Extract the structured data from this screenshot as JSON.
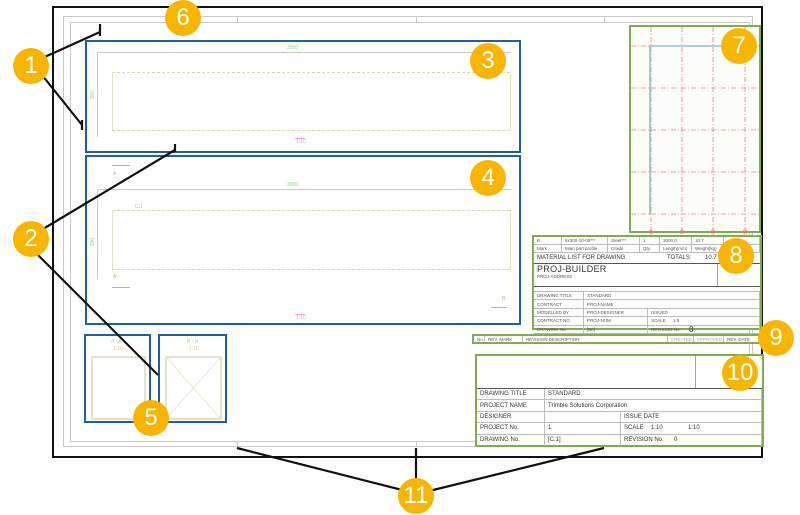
{
  "callouts": [
    "1",
    "2",
    "3",
    "4",
    "5",
    "6",
    "7",
    "8",
    "9",
    "10",
    "11"
  ],
  "view_top": {
    "dim_length": "3000",
    "dim_height": "300",
    "scale_label": "1:10"
  },
  "view_front": {
    "dim_length": "3000",
    "dim_height": "300",
    "section_mark_a": "A",
    "section_mark_b": "B",
    "part_mark": "C.1",
    "scale_label": "1:10"
  },
  "section_a": {
    "title": "A - A",
    "scale": "1:10"
  },
  "section_b": {
    "title": "B - B",
    "scale": "1:10"
  },
  "material_list": {
    "row1": [
      "B",
      "6x300-10-00***",
      "Steel***",
      "1",
      "3000.0",
      "10.7",
      ""
    ],
    "row2": [
      "Mark",
      "Main part profile",
      "Grade",
      "Qty.",
      "Length(mm)",
      "Weight(kg)",
      ""
    ],
    "title": "MATERIAL LIST FOR DRAWING",
    "totals_label": "TOTALS:",
    "totals_value": "10.7"
  },
  "small_title_block": {
    "company": "PROJ-BUILDER",
    "address": "PROJ-ADDRESS",
    "rows": [
      {
        "label": "DRAWING TITLE",
        "value": "STANDARD",
        "label2": "",
        "value2": ""
      },
      {
        "label": "CONTRACT",
        "value": "PROJ-NAME",
        "label2": "",
        "value2": ""
      },
      {
        "label": "MODELLED BY",
        "value": "PROJ-DESIGNER",
        "label2": "ISSUED",
        "value2": ""
      },
      {
        "label": "CONTRACT NO",
        "value": "PROJ-NUM",
        "label2": "SCALE",
        "value2": "1:5"
      },
      {
        "label": "DRAWING No.",
        "value": "[B0]",
        "label2": "REVISION No.",
        "value2": "0"
      }
    ]
  },
  "revision_table": {
    "headers": [
      "No.",
      "REV. MARK",
      "REVISION DESCRIPTION",
      "CREATED",
      "APPROVED",
      "REV. DATE"
    ]
  },
  "title_block": {
    "rows": [
      {
        "label": "DRAWING TITLE",
        "value": "STANDARD"
      },
      {
        "label": "PROJECT NAME",
        "value": "Trimble Solutions Corporation"
      },
      {
        "label": "DESIGNER",
        "value": "",
        "label2": "ISSUE DATE",
        "value2": ""
      },
      {
        "label": "PROJECT No.",
        "value": "1",
        "label2": "SCALE",
        "value2": "1:10",
        "value3": "1:10"
      },
      {
        "label": "DRAWING No.",
        "value": "[C.1]",
        "label2": "REVISION No.",
        "value2": "0"
      }
    ]
  },
  "colors": {
    "callout": "#f7b500",
    "view_border": "#1f5f9f",
    "table_border": "#7fac4e",
    "grid_line": "#f08080"
  }
}
